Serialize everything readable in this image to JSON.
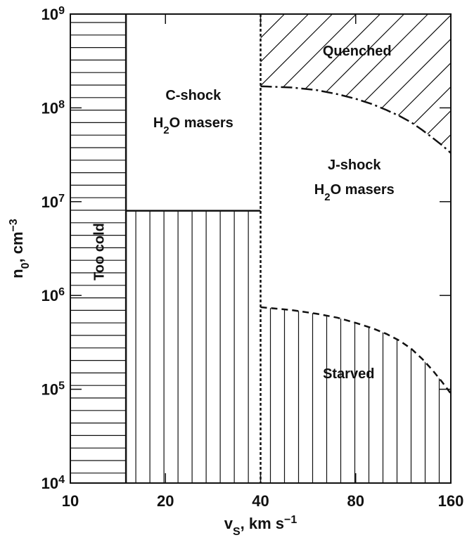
{
  "chart_data": {
    "type": "region_diagram",
    "xscale": "log",
    "yscale": "log",
    "xlim": [
      10,
      160
    ],
    "ylim": [
      10000,
      1000000000
    ],
    "x_ticks": [
      {
        "value": 10,
        "label": "10"
      },
      {
        "value": 20,
        "label": "20"
      },
      {
        "value": 40,
        "label": "40"
      },
      {
        "value": 80,
        "label": "80"
      },
      {
        "value": 160,
        "label": "160"
      }
    ],
    "y_ticks": [
      {
        "value": 10000,
        "base": "10",
        "exp": "4"
      },
      {
        "value": 100000,
        "base": "10",
        "exp": "5"
      },
      {
        "value": 1000000,
        "base": "10",
        "exp": "6"
      },
      {
        "value": 10000000,
        "base": "10",
        "exp": "7"
      },
      {
        "value": 100000000,
        "base": "10",
        "exp": "8"
      },
      {
        "value": 1000000000,
        "base": "10",
        "exp": "9"
      }
    ],
    "xlabel": {
      "main": "v",
      "sub": "S",
      "rest": ", km s",
      "sup": "−1"
    },
    "ylabel": {
      "main": "n",
      "sub": "0",
      "rest": ", cm",
      "sup": "−3"
    },
    "boundaries": {
      "too_cold_max_vs": 15,
      "c_shock_min_n": 8000000,
      "c_to_j_vs": 40,
      "quenched_curve": [
        [
          40,
          170000000
        ],
        [
          50,
          165000000
        ],
        [
          60,
          155000000
        ],
        [
          70,
          140000000
        ],
        [
          80,
          125000000
        ],
        [
          90,
          110000000
        ],
        [
          100,
          95000000
        ],
        [
          110,
          82000000
        ],
        [
          120,
          70000000
        ],
        [
          130,
          58000000
        ],
        [
          140,
          48000000
        ],
        [
          150,
          40000000
        ],
        [
          160,
          33000000
        ]
      ],
      "starved_curve": [
        [
          40,
          750000
        ],
        [
          50,
          700000
        ],
        [
          60,
          640000
        ],
        [
          70,
          580000
        ],
        [
          80,
          510000
        ],
        [
          90,
          450000
        ],
        [
          100,
          390000
        ],
        [
          110,
          330000
        ],
        [
          120,
          270000
        ],
        [
          130,
          210000
        ],
        [
          140,
          160000
        ],
        [
          150,
          120000
        ],
        [
          160,
          90000
        ]
      ]
    },
    "regions": {
      "too_cold": "Too cold",
      "c_shock_line1": "C-shock",
      "c_shock_line2": {
        "pre": "H",
        "sub": "2",
        "post": "O masers"
      },
      "j_shock_line1": "J-shock",
      "j_shock_line2": {
        "pre": "H",
        "sub": "2",
        "post": "O masers"
      },
      "quenched": "Quenched",
      "starved": "Starved"
    }
  }
}
